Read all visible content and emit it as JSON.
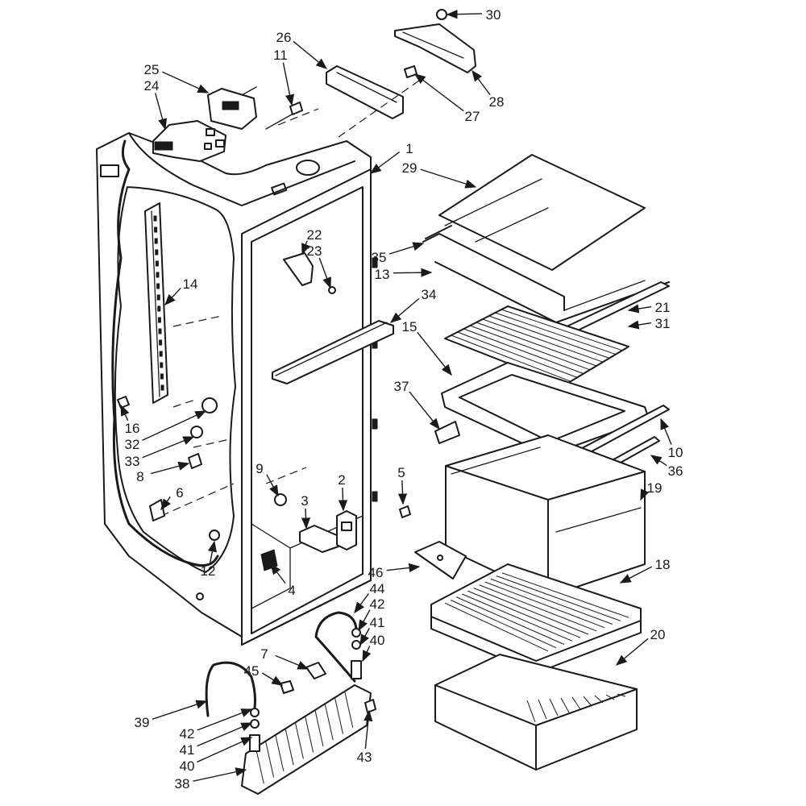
{
  "diagram": {
    "callouts": [
      {
        "id": "c30",
        "text": "30"
      },
      {
        "id": "c26",
        "text": "26"
      },
      {
        "id": "c11",
        "text": "11"
      },
      {
        "id": "c25",
        "text": "25"
      },
      {
        "id": "c24",
        "text": "24"
      },
      {
        "id": "c28",
        "text": "28"
      },
      {
        "id": "c27",
        "text": "27"
      },
      {
        "id": "c1",
        "text": "1"
      },
      {
        "id": "c29",
        "text": "29"
      },
      {
        "id": "c22",
        "text": "22"
      },
      {
        "id": "c23",
        "text": "23"
      },
      {
        "id": "c35",
        "text": "35"
      },
      {
        "id": "c13",
        "text": "13"
      },
      {
        "id": "c14",
        "text": "14"
      },
      {
        "id": "c34",
        "text": "34"
      },
      {
        "id": "c21",
        "text": "21"
      },
      {
        "id": "c31",
        "text": "31"
      },
      {
        "id": "c15",
        "text": "15"
      },
      {
        "id": "c37",
        "text": "37"
      },
      {
        "id": "c16",
        "text": "16"
      },
      {
        "id": "c32",
        "text": "32"
      },
      {
        "id": "c33",
        "text": "33"
      },
      {
        "id": "c8",
        "text": "8"
      },
      {
        "id": "c10",
        "text": "10"
      },
      {
        "id": "c36",
        "text": "36"
      },
      {
        "id": "c9",
        "text": "9"
      },
      {
        "id": "c2",
        "text": "2"
      },
      {
        "id": "c5",
        "text": "5"
      },
      {
        "id": "c19",
        "text": "19"
      },
      {
        "id": "c6",
        "text": "6"
      },
      {
        "id": "c3",
        "text": "3"
      },
      {
        "id": "c12",
        "text": "12"
      },
      {
        "id": "c4",
        "text": "4"
      },
      {
        "id": "c46",
        "text": "46"
      },
      {
        "id": "c18",
        "text": "18"
      },
      {
        "id": "c44",
        "text": "44"
      },
      {
        "id": "c42a",
        "text": "42"
      },
      {
        "id": "c41a",
        "text": "41"
      },
      {
        "id": "c40a",
        "text": "40"
      },
      {
        "id": "c20",
        "text": "20"
      },
      {
        "id": "c7",
        "text": "7"
      },
      {
        "id": "c45",
        "text": "45"
      },
      {
        "id": "c39",
        "text": "39"
      },
      {
        "id": "c42b",
        "text": "42"
      },
      {
        "id": "c41b",
        "text": "41"
      },
      {
        "id": "c40b",
        "text": "40"
      },
      {
        "id": "c43",
        "text": "43"
      },
      {
        "id": "c38",
        "text": "38"
      }
    ]
  }
}
